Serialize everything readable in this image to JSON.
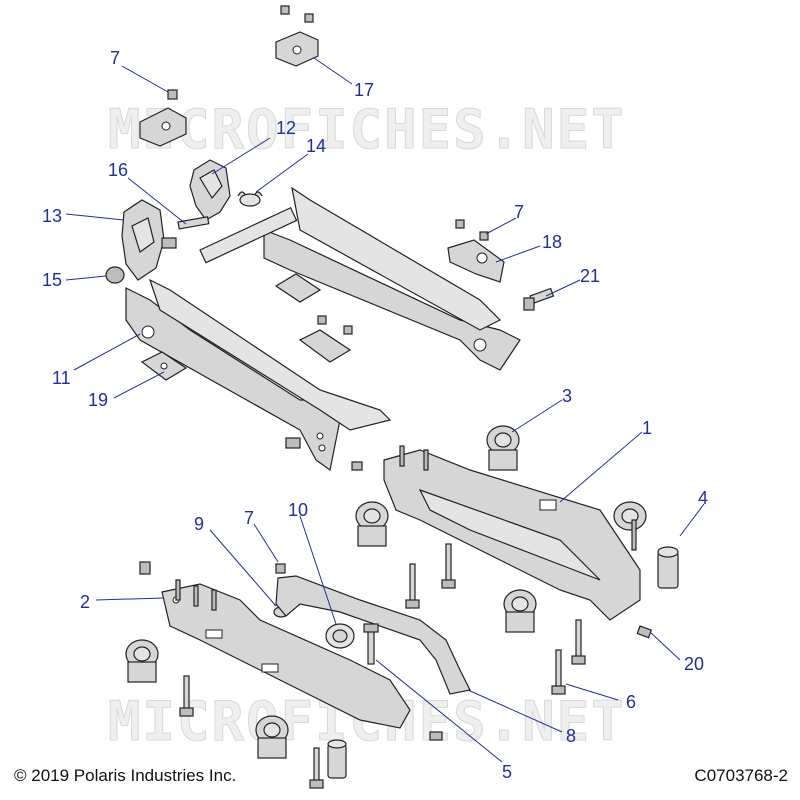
{
  "watermark": "MICROFICHES.NET",
  "copyright": "© 2019 Polaris Industries Inc.",
  "diagram_id": "C0703768-2",
  "callouts": {
    "c1": "1",
    "c2": "2",
    "c3": "3",
    "c4": "4",
    "c5": "5",
    "c6": "6",
    "c7a": "7",
    "c7b": "7",
    "c7c": "7",
    "c8": "8",
    "c9": "9",
    "c10": "10",
    "c11": "11",
    "c12": "12",
    "c13": "13",
    "c14": "14",
    "c15": "15",
    "c16": "16",
    "c17": "17",
    "c18": "18",
    "c19": "19",
    "c20": "20",
    "c21": "21"
  },
  "colors": {
    "callout": "#1f2f9f",
    "part_fill": "#d6d6d6",
    "outline": "#222222"
  }
}
